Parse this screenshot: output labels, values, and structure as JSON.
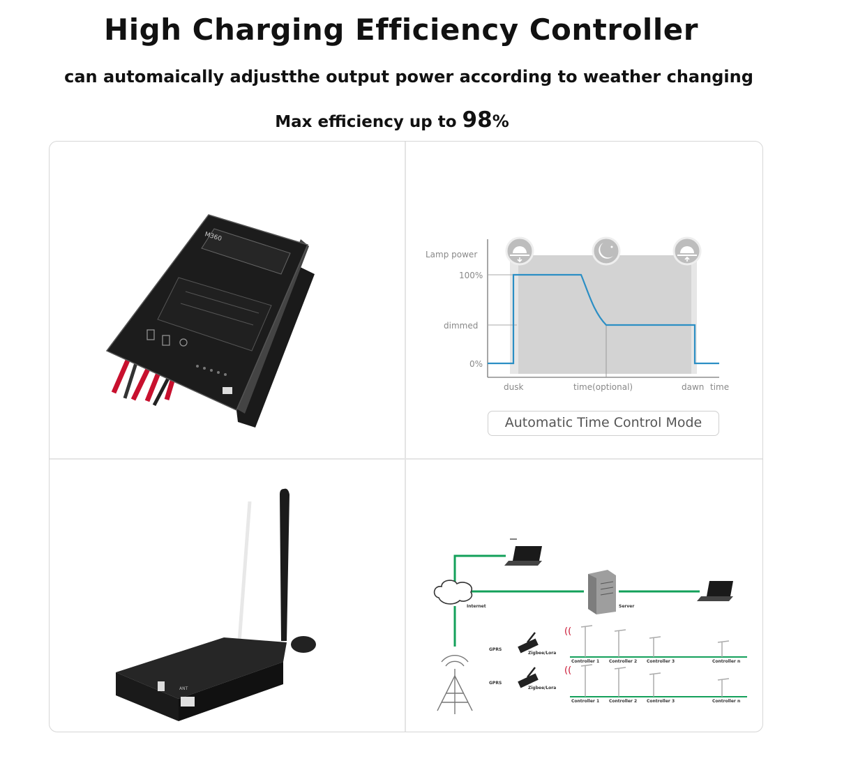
{
  "header": {
    "title": "High Charging Efficiency Controller",
    "subtitle": "can automaically adjustthe output power according to weather changing",
    "max_prefix": "Max efficiency up to ",
    "max_value": "98",
    "max_unit": "%"
  },
  "controller": {
    "model_label": "M360"
  },
  "time_chart": {
    "y_title": "Lamp power",
    "y_ticks": [
      "100%",
      "dimmed",
      "0%"
    ],
    "x_ticks": [
      "dusk",
      "time(optional)",
      "dawn",
      "time"
    ],
    "mode_label": "Automatic Time Control Mode",
    "icons": [
      "sunset-icon",
      "moon-icon",
      "sunrise-icon"
    ]
  },
  "gateway": {
    "port_label": "ANT"
  },
  "network": {
    "internet_label": "Internet",
    "server_label": "Server",
    "gprs_labels": [
      "GPRS",
      "GPRS"
    ],
    "radio_labels": [
      "Zigbee/Lora",
      "Zigbee/Lora"
    ],
    "row1_controllers": [
      "Controller 1",
      "Controller 2",
      "Controller 3",
      "Controller n"
    ],
    "row2_controllers": [
      "Controller 1",
      "Controller 2",
      "Controller 3",
      "Controller n"
    ]
  }
}
